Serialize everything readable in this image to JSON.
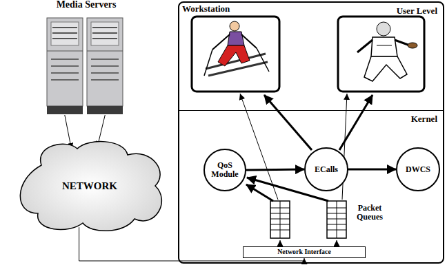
{
  "diagram": {
    "nodes": [
      {
        "text": [
          "Media Servers"
        ]
      },
      {
        "text": [
          "NETWORK"
        ]
      },
      {
        "text": [
          "Workstation"
        ]
      },
      {
        "text": [
          "User Level"
        ],
        "in": 2
      },
      {
        "text": [
          "Kernel"
        ],
        "in": 2
      },
      {
        "text": [
          "QoS Module"
        ],
        "in": 4
      },
      {
        "text": [
          "ECalls"
        ],
        "in": 4
      },
      {
        "text": [
          "DWCS"
        ],
        "in": 4
      },
      {
        "text": [
          "Network Interface"
        ],
        "in": 4
      }
    ],
    "edges": [
      {
        "from": 0,
        "to": 1,
        "arrow": "to"
      },
      {
        "from": 0,
        "to": 1,
        "arrow": "to"
      },
      {
        "from": 1,
        "to": 8,
        "arrow": "to"
      },
      {
        "from": 5,
        "to": 6,
        "arrow": "to"
      },
      {
        "from": 6,
        "to": 7,
        "arrow": "to"
      }
    ],
    "labels": [
      "Packet Queues"
    ]
  }
}
